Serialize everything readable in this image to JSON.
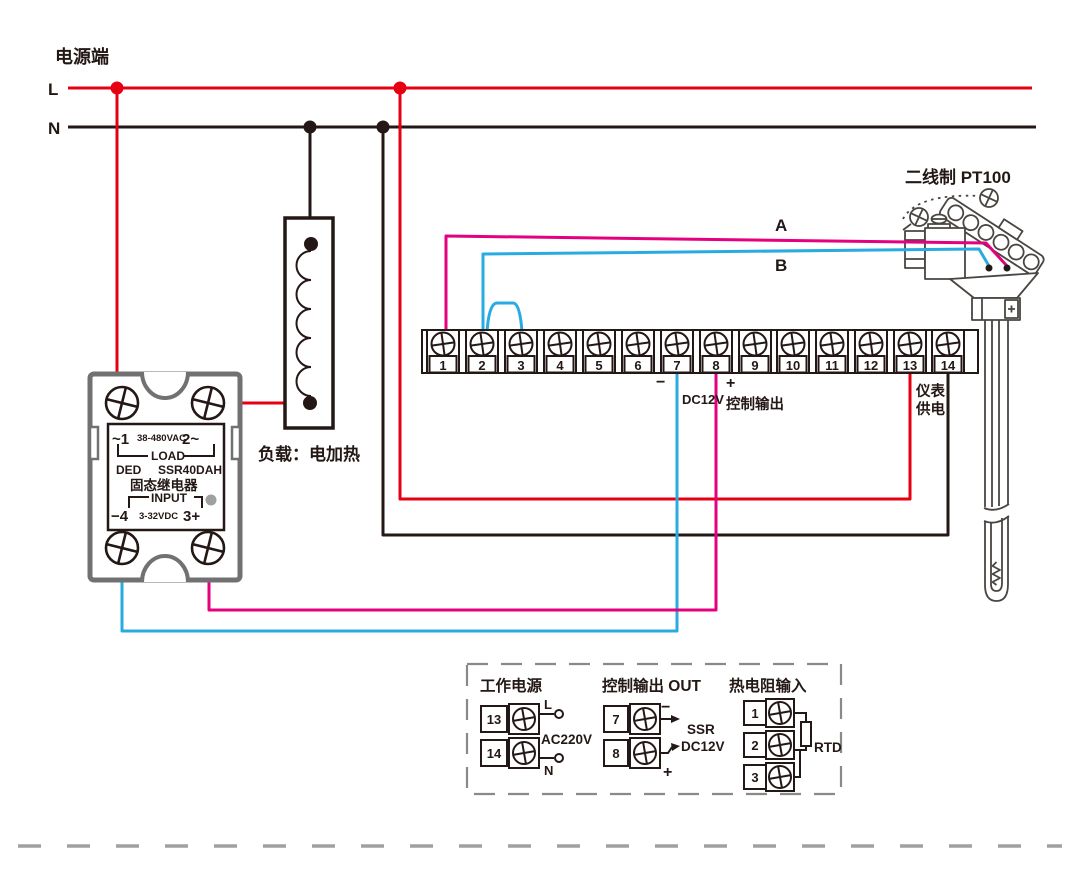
{
  "colors": {
    "live": "#e60012",
    "neutral": "#231815",
    "signal_a": "#e4007f",
    "signal_b": "#29abe2",
    "ssr_body": "#727171",
    "dash_gray": "#9fa0a0"
  },
  "header": {
    "power_side_label": "电源端",
    "live_label": "L",
    "neutral_label": "N"
  },
  "load": {
    "label": "负载：电加热"
  },
  "ssr": {
    "line1_left": "~1",
    "line1_mid": "38-480VAC",
    "line1_right": "2~",
    "load_text": "LOAD",
    "brand": "DED",
    "model": "SSR40DAH",
    "name": "固态继电器",
    "input_text": "INPUT",
    "line6_left": "−4",
    "line6_mid": "3-32VDC",
    "line6_right": "3+"
  },
  "sensor": {
    "label": "二线制 PT100",
    "wire_a_label": "A",
    "wire_b_label": "B"
  },
  "terminal_block": {
    "numbers": [
      "1",
      "2",
      "3",
      "4",
      "5",
      "6",
      "7",
      "8",
      "9",
      "10",
      "11",
      "12",
      "13",
      "14"
    ],
    "output_minus": "−",
    "output_voltage": "DC12V",
    "output_plus": "+",
    "output_label": "控制输出",
    "supply_label_1": "仪表",
    "supply_label_2": "供电"
  },
  "legend": {
    "power": {
      "title": "工作电源",
      "t1": "13",
      "t2": "14",
      "l": "L",
      "voltage": "AC220V",
      "n": "N"
    },
    "output": {
      "title": "控制输出 OUT",
      "t1": "7",
      "t2": "8",
      "minus": "−",
      "plus": "+",
      "device": "SSR",
      "voltage": "DC12V"
    },
    "rtd": {
      "title": "热电阻输入",
      "t1": "1",
      "t2": "2",
      "t3": "3",
      "label": "RTD"
    }
  }
}
